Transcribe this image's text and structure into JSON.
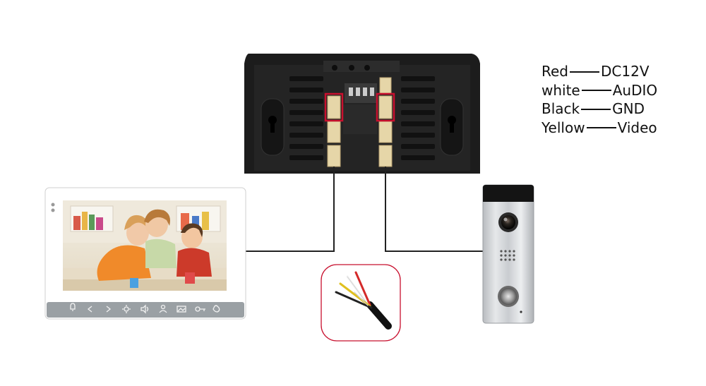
{
  "wiring_legend": [
    {
      "label": "Red",
      "signal": "DC12V"
    },
    {
      "label": "white",
      "signal": "AuDIO"
    },
    {
      "label": "Black",
      "signal": "GND"
    },
    {
      "label": "Yellow",
      "signal": "Video"
    }
  ],
  "monitor_buttons": [
    "bell-icon",
    "left-arrow-icon",
    "right-arrow-icon",
    "settings-icon",
    "speaker-icon",
    "user-icon",
    "image-icon",
    "key-icon",
    "phone-icon"
  ],
  "colors": {
    "wire": "#222222",
    "highlight_box": "#c8102e",
    "cable_red": "#d42a2a",
    "cable_yellow": "#e0c020",
    "cable_white": "#f4f4f4",
    "cable_black": "#111111"
  }
}
